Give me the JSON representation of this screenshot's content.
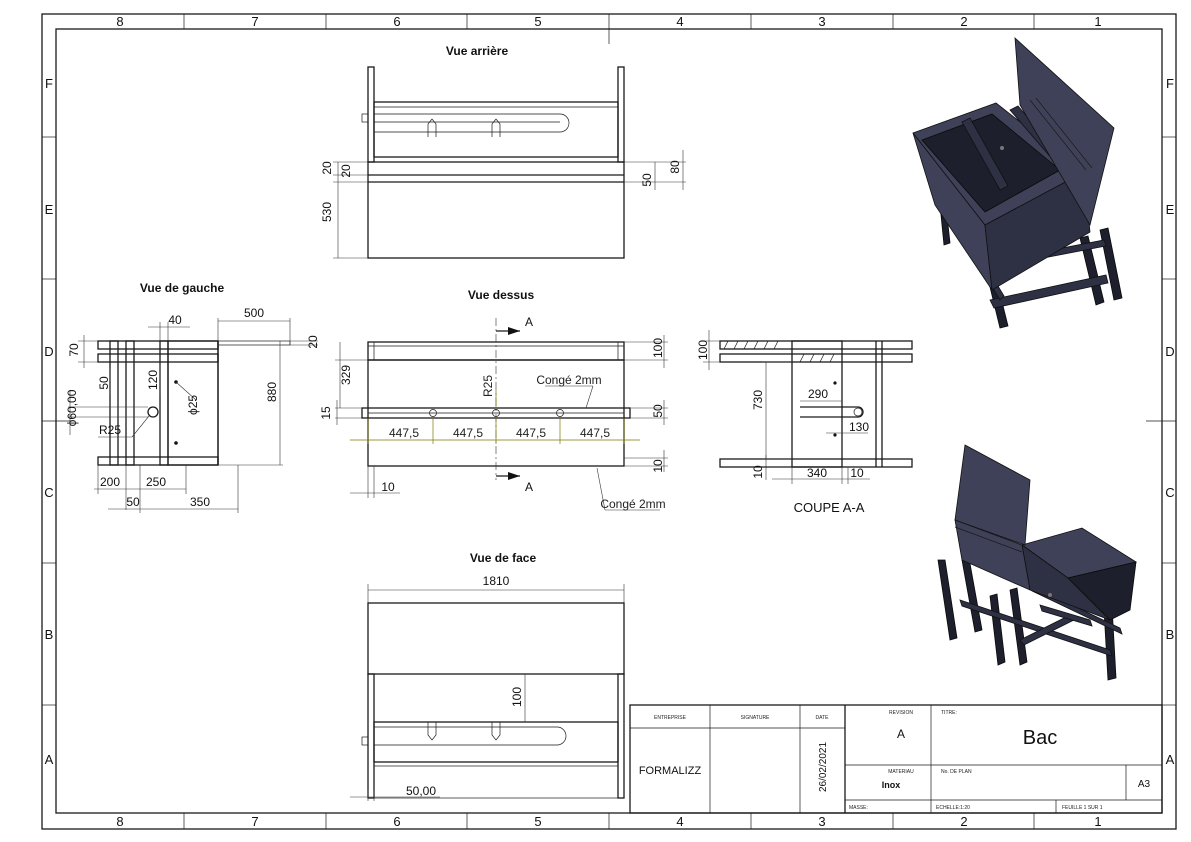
{
  "border": {
    "columns": [
      "8",
      "7",
      "6",
      "5",
      "4",
      "3",
      "2",
      "1"
    ],
    "rows": [
      "F",
      "E",
      "D",
      "C",
      "B",
      "A"
    ]
  },
  "views": {
    "rear": {
      "title": "Vue arrière",
      "dims": {
        "d20a": "20",
        "d20b": "20",
        "d530": "530",
        "d50": "50",
        "d80": "80"
      }
    },
    "left": {
      "title": "Vue de gauche",
      "dims": {
        "d40": "40",
        "d500": "500",
        "d20": "20",
        "d70": "70",
        "d50": "50",
        "d120": "120",
        "d25": "ϕ25",
        "d60": "ϕ60,00",
        "r25": "R25",
        "d880": "880",
        "d200": "200",
        "d250": "250",
        "d50b": "50",
        "d350": "350"
      }
    },
    "top": {
      "title": "Vue dessus",
      "section_mark": "A",
      "dims": {
        "d100": "100",
        "d329": "329",
        "d15": "15",
        "r25": "R25",
        "conge1": "Congé 2mm",
        "d50": "50",
        "s1": "447,5",
        "s2": "447,5",
        "s3": "447,5",
        "s4": "447,5",
        "d10": "10",
        "d10b": "10",
        "conge2": "Congé 2mm"
      }
    },
    "section": {
      "title": "COUPE A-A",
      "dims": {
        "d100": "100",
        "d730": "730",
        "d290": "290",
        "d130": "130",
        "d10": "10",
        "d340": "340",
        "d10b": "10"
      }
    },
    "front": {
      "title": "Vue de face",
      "dims": {
        "d1810": "1810",
        "d100": "100",
        "d50": "50,00"
      }
    }
  },
  "title_block": {
    "entreprise_label": "ENTREPRISE",
    "signature_label": "SIGNATURE",
    "date_label": "DATE",
    "revision_label": "REVISION",
    "titre_label": "TITRE:",
    "entreprise": "FORMALIZZ",
    "date": "26/02/2021",
    "revision": "A",
    "titre": "Bac",
    "materiau_label": "MATERIAU",
    "materiau": "Inox",
    "no_plan_label": "No. DE PLAN",
    "format": "A3",
    "masse_label": "MASSE:",
    "echelle": "ECHELLE:1:20",
    "feuille": "FEUILLE 1 SUR 1"
  }
}
